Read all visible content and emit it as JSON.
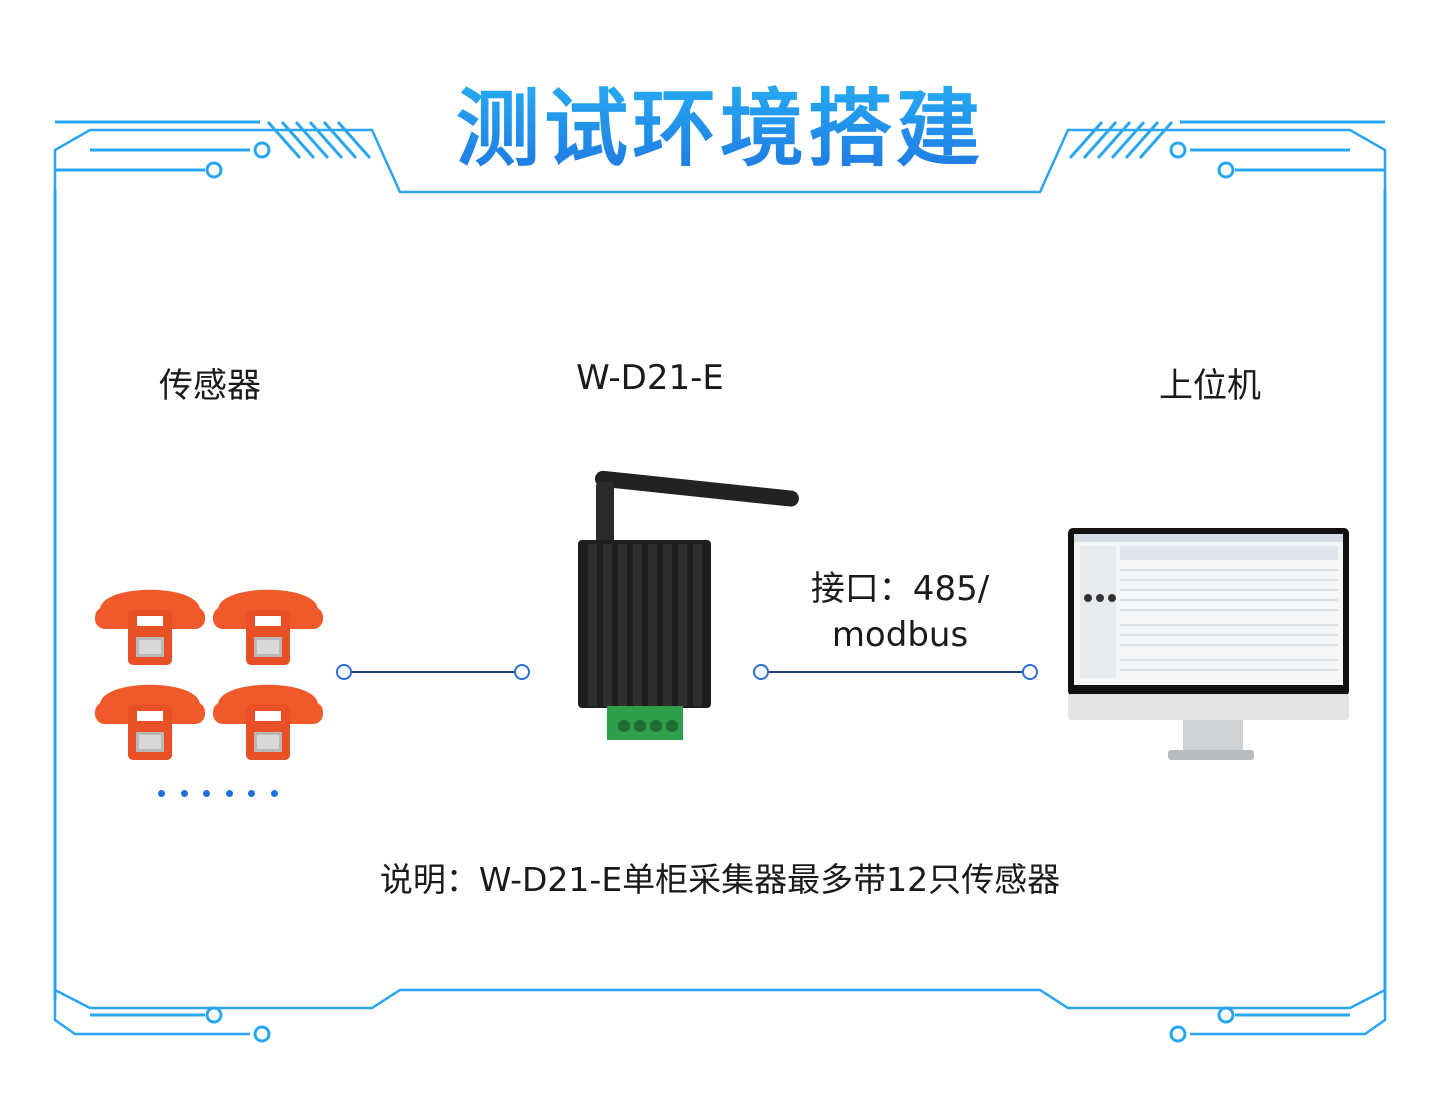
{
  "title": "测试环境搭建",
  "nodes": {
    "sensor": {
      "label": "传感器",
      "more_indicator": "......"
    },
    "device": {
      "label": "W-D21-E"
    },
    "host": {
      "label": "上位机"
    }
  },
  "connection": {
    "interface_label_line1": "接口：485/",
    "interface_label_line2": "modbus"
  },
  "note": "说明：W-D21-E单柜采集器最多带12只传感器",
  "colors": {
    "frame": "#2aa6f0",
    "title_top": "#28b6f6",
    "title_bottom": "#1e74e0",
    "connector_line": "#1f3b8a",
    "sensor_band": "#f05a2a",
    "device_body": "#1e1e1e",
    "terminal_block": "#2f9e4a"
  }
}
